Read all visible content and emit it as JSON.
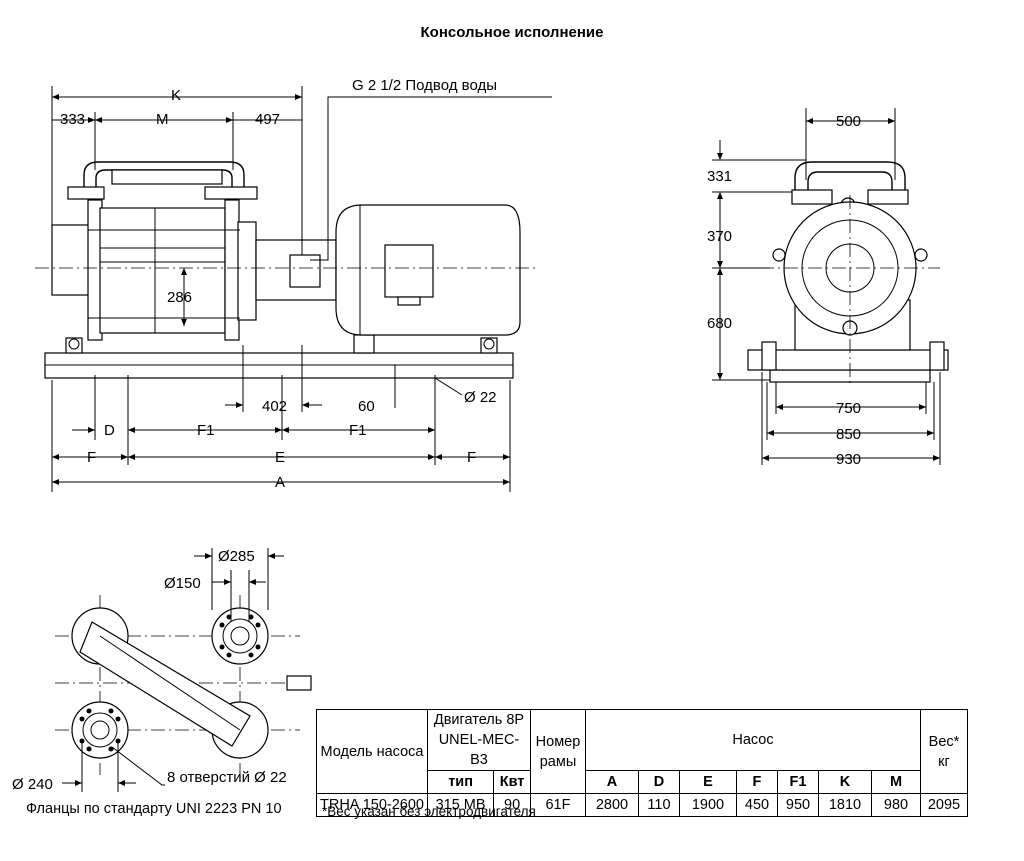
{
  "title": "Консольное исполнение",
  "front_view": {
    "water_inlet": "G 2 1/2  Подвод воды",
    "labels": {
      "K": "K",
      "M": "M",
      "d333": "333",
      "d497": "497",
      "d286": "286",
      "d402": "402",
      "d60": "60",
      "hole": "Ø 22",
      "D": "D",
      "F1a": "F1",
      "F1b": "F1",
      "F_left": "F",
      "E": "E",
      "F_right": "F",
      "A": "A"
    }
  },
  "side_view": {
    "labels": {
      "d500": "500",
      "d331": "331",
      "d370": "370",
      "d680": "680",
      "d750": "750",
      "d850": "850",
      "d930": "930"
    }
  },
  "top_view": {
    "labels": {
      "d285": "Ø285",
      "d150": "Ø150",
      "d240": "Ø 240",
      "holes": "8 отверстий  Ø 22"
    }
  },
  "flange_note": "Фланцы по стандарту UNI 2223 PN 10",
  "weight_note": "*Вес указан без электродвигателя",
  "table": {
    "h_model": "Модель насоса",
    "h_motor": "Двигатель 8P UNEL-MEC-B3",
    "h_frame": "Номер рамы",
    "h_pump": "Насос",
    "h_weight": "Вес* кг",
    "sub": {
      "type": "тип",
      "kw": "Квт",
      "A": "A",
      "D": "D",
      "E": "E",
      "F": "F",
      "F1": "F1",
      "K": "K",
      "M": "M"
    },
    "row": {
      "model": "TRHA 150-2600",
      "type": "315 MB",
      "kw": "90",
      "frame": "61F",
      "A": "2800",
      "D": "110",
      "E": "1900",
      "F": "450",
      "F1": "950",
      "K": "1810",
      "M": "980",
      "weight": "2095"
    }
  }
}
